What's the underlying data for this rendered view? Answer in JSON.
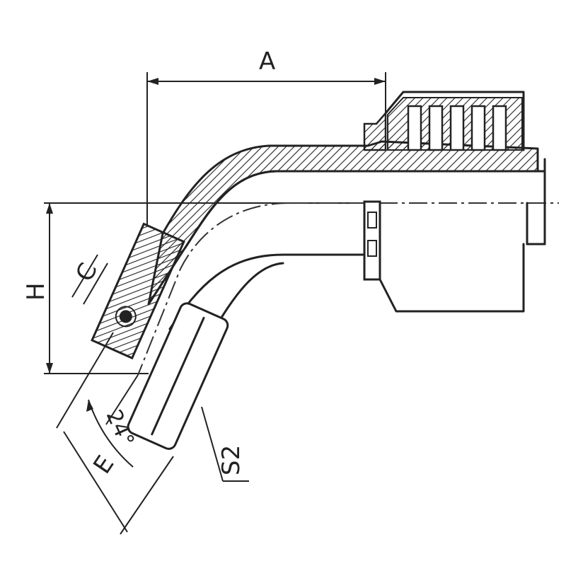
{
  "drawing": {
    "labels": {
      "A": "A",
      "H": "H",
      "C": "C",
      "E": "E",
      "angle": "24°",
      "S2": "S2"
    },
    "colors": {
      "line": "#222222",
      "background": "#ffffff"
    }
  }
}
